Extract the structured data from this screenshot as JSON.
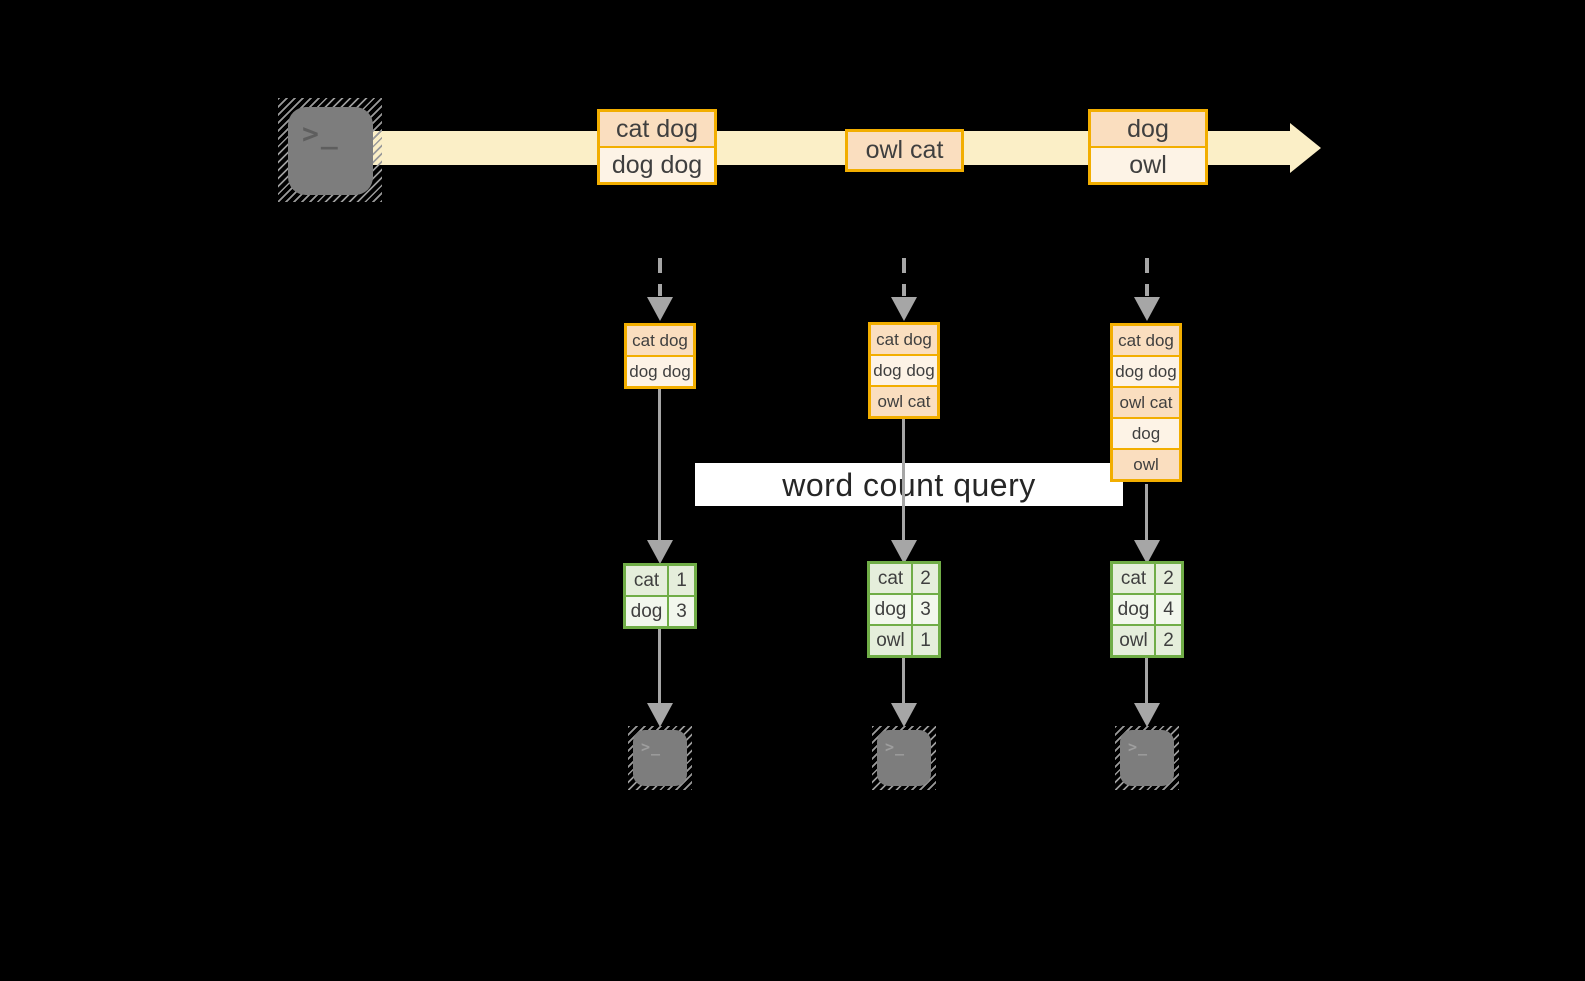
{
  "stream": {
    "events": [
      {
        "lines": [
          "cat dog",
          "dog dog"
        ]
      },
      {
        "lines": [
          "owl cat"
        ]
      },
      {
        "lines": [
          "dog",
          "owl"
        ]
      }
    ]
  },
  "query": {
    "label": "word count query"
  },
  "columns": [
    {
      "buffer": [
        "cat dog",
        "dog dog"
      ],
      "counts": [
        {
          "word": "cat",
          "value": "1"
        },
        {
          "word": "dog",
          "value": "3"
        }
      ]
    },
    {
      "buffer": [
        "cat dog",
        "dog dog",
        "owl cat"
      ],
      "counts": [
        {
          "word": "cat",
          "value": "2"
        },
        {
          "word": "dog",
          "value": "3"
        },
        {
          "word": "owl",
          "value": "1"
        }
      ]
    },
    {
      "buffer": [
        "cat dog",
        "dog dog",
        "owl cat",
        "dog",
        "owl"
      ],
      "counts": [
        {
          "word": "cat",
          "value": "2"
        },
        {
          "word": "dog",
          "value": "4"
        },
        {
          "word": "owl",
          "value": "2"
        }
      ]
    }
  ],
  "icons": {
    "terminal_prompt": ">_"
  },
  "colors": {
    "background": "#000000",
    "stream_fill": "#FBEFC7",
    "event_border": "#F2AE00",
    "event_cell_dark": "#FADEBF",
    "event_cell_light": "#FDF3E6",
    "table_border": "#70AD47",
    "table_cell_dark": "#E5EEDB",
    "table_cell_light": "#F2F7ED",
    "arrow_gray": "#A6A6A6",
    "terminal_gray": "#7D7D7D",
    "query_bg": "#FFFFFF",
    "query_text": "#262626",
    "cell_text": "#3F3F3F"
  }
}
